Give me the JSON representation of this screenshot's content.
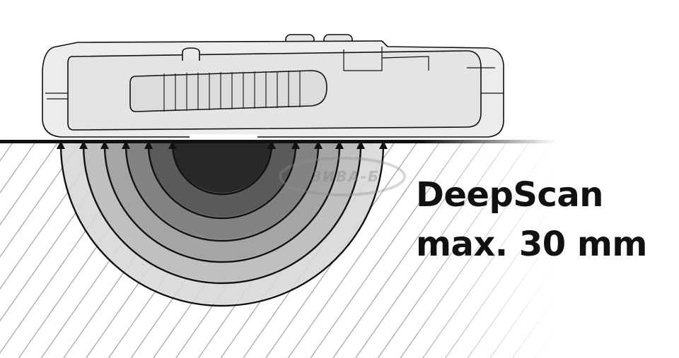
{
  "caption": {
    "line1": "DeepScan",
    "line2": "max. 30 mm"
  },
  "watermark": {
    "text": "ЗИВА-Б"
  },
  "colors": {
    "ink": "#111111",
    "device_fill": "#ececec",
    "hatch": "#9a9a9a",
    "wave_inner": "#1e1e1e",
    "wave_outer": "#d6d6d6"
  },
  "icons": {
    "waves": "signal-arrow-icon",
    "device": "wall-scanner-icon"
  }
}
